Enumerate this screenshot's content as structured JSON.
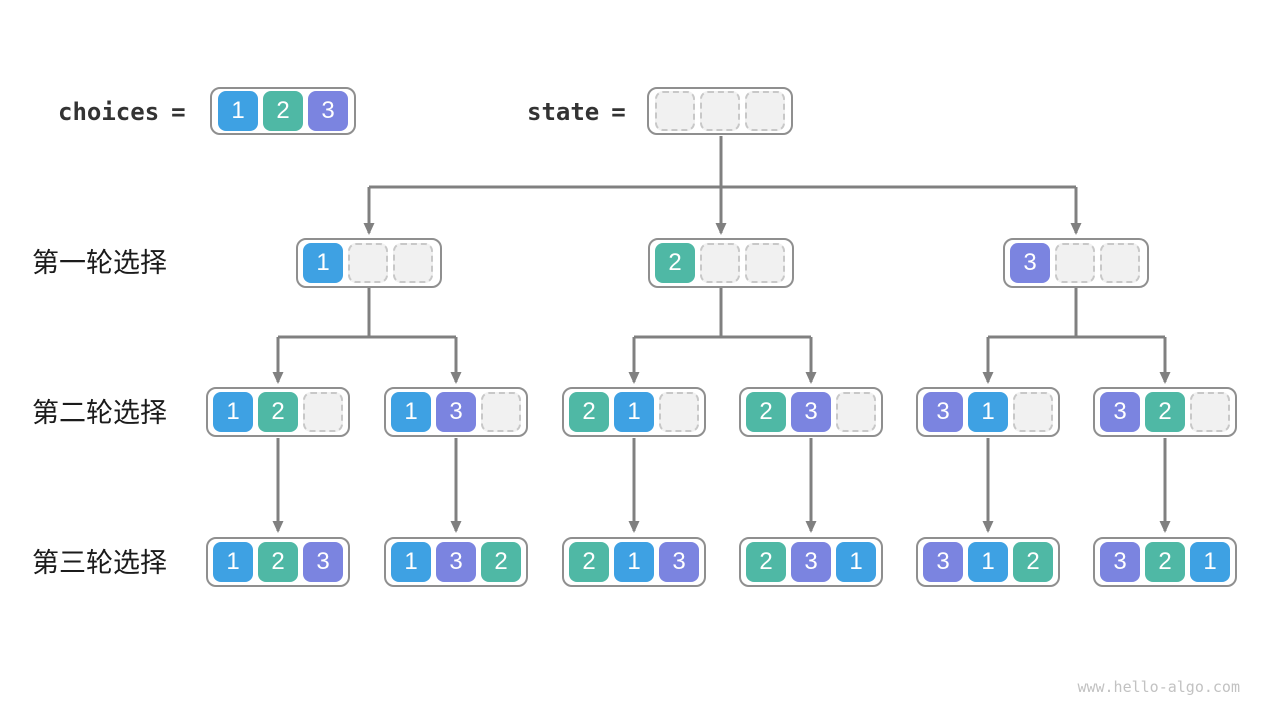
{
  "page": {
    "watermark": "www.hello-algo.com"
  },
  "palette": {
    "1": "#3ea1e3",
    "2": "#4fb8a5",
    "3": "#7b84e0"
  },
  "header": {
    "choices_label": "choices",
    "state_label": "state",
    "equals": "=",
    "choices_box": [
      1,
      2,
      3
    ],
    "state_box": [
      null,
      null,
      null
    ]
  },
  "rows": [
    {
      "label": "第一轮选择",
      "boxes": [
        [
          1,
          null,
          null
        ],
        [
          2,
          null,
          null
        ],
        [
          3,
          null,
          null
        ]
      ]
    },
    {
      "label": "第二轮选择",
      "boxes": [
        [
          1,
          2,
          null
        ],
        [
          1,
          3,
          null
        ],
        [
          2,
          1,
          null
        ],
        [
          2,
          3,
          null
        ],
        [
          3,
          1,
          null
        ],
        [
          3,
          2,
          null
        ]
      ]
    },
    {
      "label": "第三轮选择",
      "boxes": [
        [
          1,
          2,
          3
        ],
        [
          1,
          3,
          2
        ],
        [
          2,
          1,
          3
        ],
        [
          2,
          3,
          1
        ],
        [
          3,
          1,
          2
        ],
        [
          3,
          2,
          1
        ]
      ]
    }
  ]
}
